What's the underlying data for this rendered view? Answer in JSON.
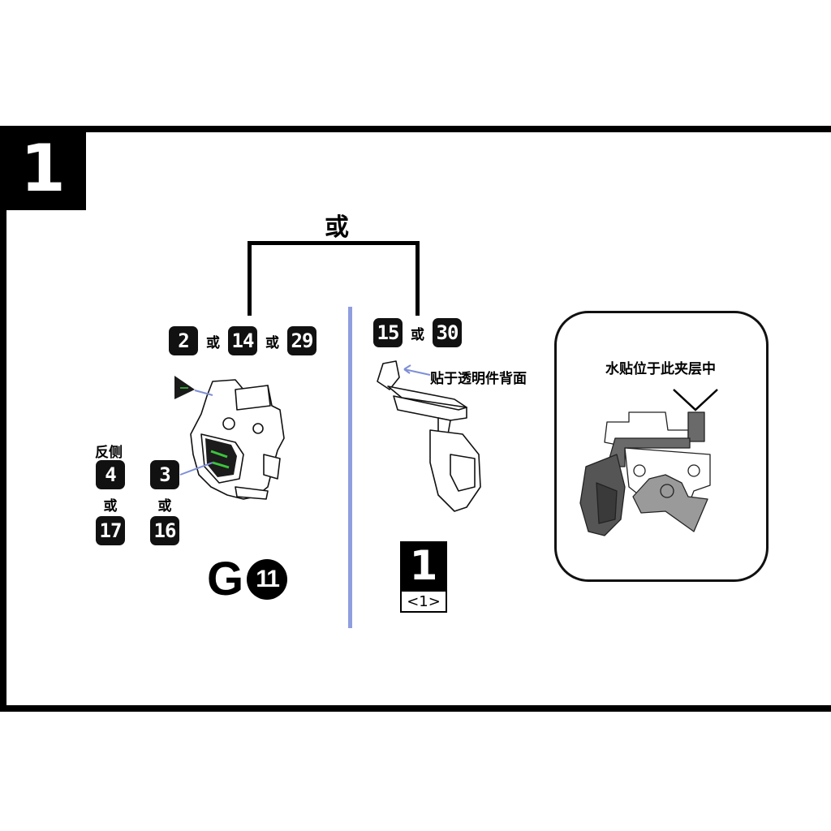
{
  "step": {
    "number": "1"
  },
  "top_choice": {
    "or_label": "或"
  },
  "left_option": {
    "head_parts": [
      "2",
      "14",
      "29"
    ],
    "or_label": "或",
    "reverse_side_label": "反侧",
    "left_column_parts": [
      "4",
      "17"
    ],
    "right_column_parts": [
      "3",
      "16"
    ],
    "runner": {
      "letter": "G",
      "number": "11"
    }
  },
  "right_option": {
    "parts": [
      "15",
      "30"
    ],
    "or_label": "或",
    "note": "贴于透明件背面",
    "sheet": {
      "number": "1",
      "sub": "<1>"
    }
  },
  "callout": {
    "note": "水贴位于此夹层中"
  },
  "colors": {
    "frame": "#000000",
    "divider": "#8f9edf",
    "leader": "#7f8fd6",
    "sticker_green": "#3cc43c",
    "gray_part": "#6a6a6a"
  }
}
